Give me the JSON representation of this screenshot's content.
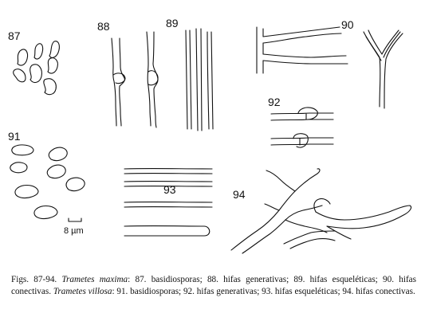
{
  "figures": {
    "f87": "87",
    "f88": "88",
    "f89": "89",
    "f90": "90",
    "f91": "91",
    "f92": "92",
    "f93": "93",
    "f94": "94"
  },
  "scale_bar": "8 µm",
  "caption": {
    "lead": "Figs. 87-94. ",
    "species1": "Trametes maxima",
    "part1": ": 87. basidiosporas; 88. hifas generativas; 89. hifas esqueléticas; 90. hifas conectivas. ",
    "species2": "Trametes villosa",
    "part2": ": 91. basidiosporas; 92. hifas generativas; 93. hifas esqueléticas; 94. hifas conectivas."
  }
}
